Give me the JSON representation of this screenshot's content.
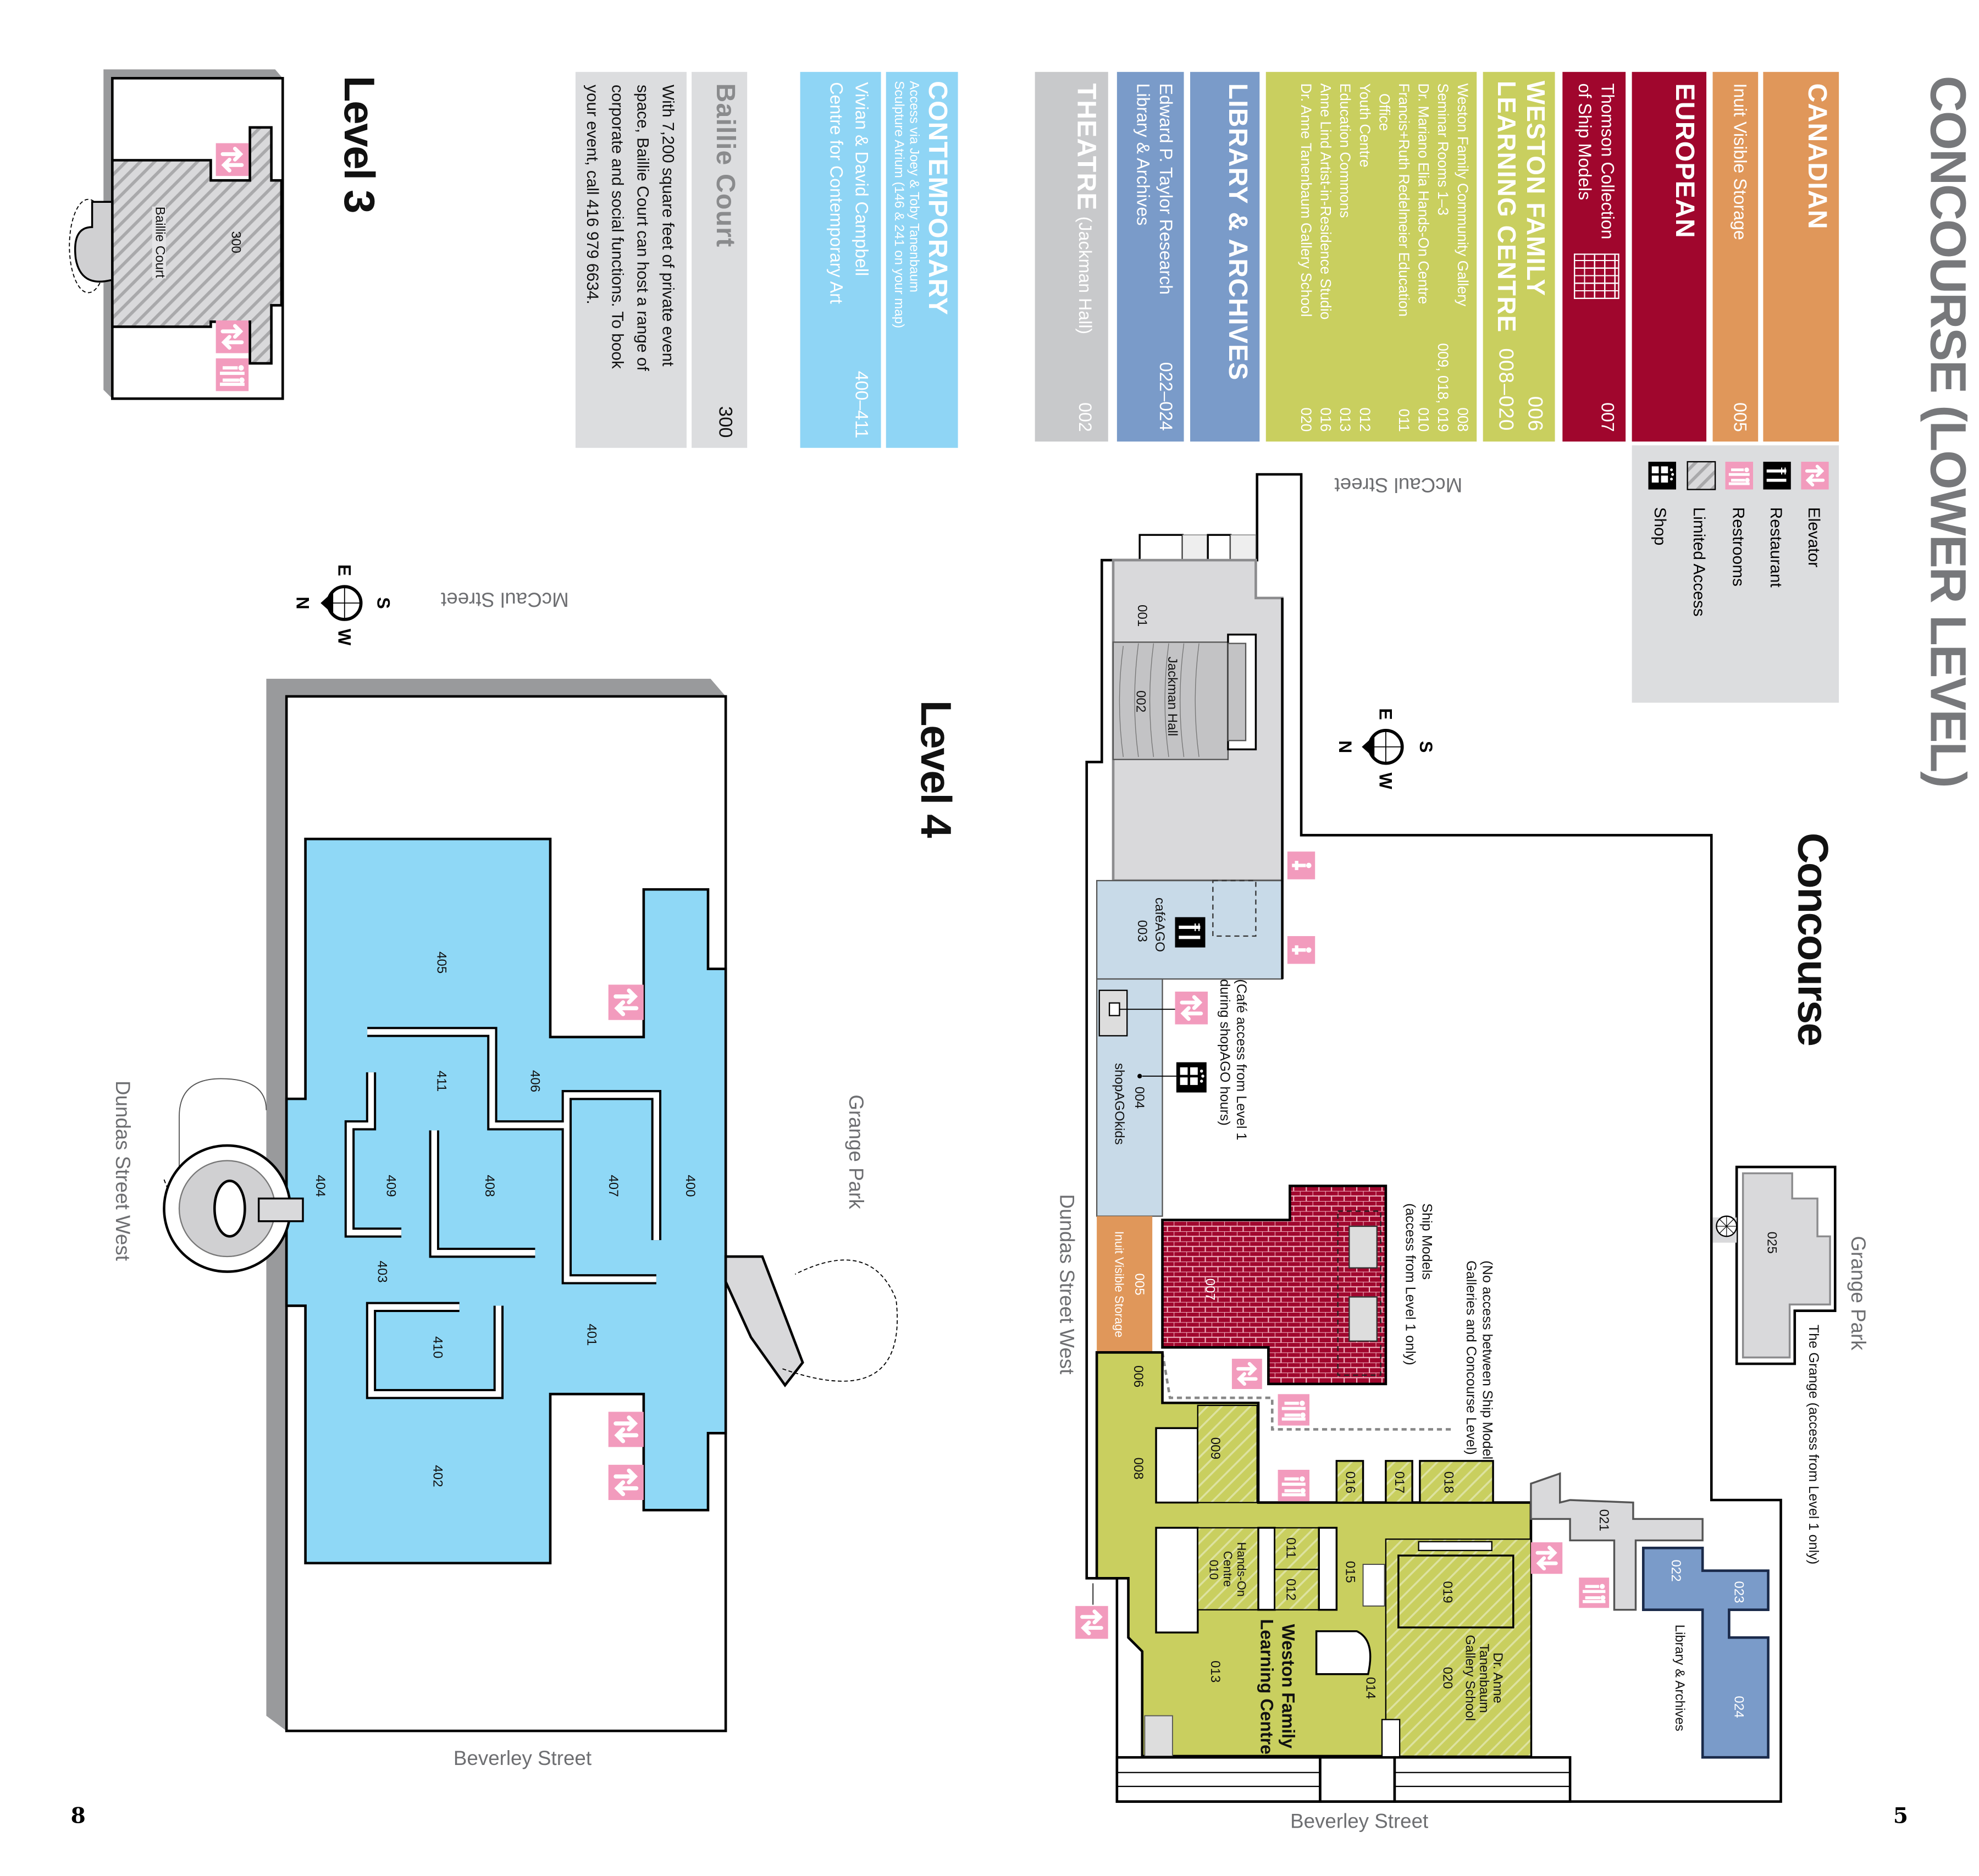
{
  "page_title": "CONCOURSE (LOWER LEVEL)",
  "directory": {
    "canadian": {
      "heading": "CANADIAN",
      "item": {
        "name": "Inuit Visible Storage",
        "room": "005"
      }
    },
    "european": {
      "heading": "EUROPEAN",
      "item": {
        "name_lines": [
          "Thomson Collection",
          "of Ship Models"
        ],
        "room": "007"
      }
    },
    "weston": {
      "heading_lines": [
        "WESTON FAMILY",
        "LEARNING CENTRE"
      ],
      "room_lines": [
        "006",
        "008–020"
      ],
      "items": [
        {
          "name": "Weston Family Community Gallery",
          "room": "008"
        },
        {
          "name": "Seminar Rooms 1–3",
          "room": "009, 018, 019"
        },
        {
          "name": "Dr. Mariano Elia Hands-On Centre",
          "room": "010"
        },
        {
          "name": "Francis+Ruth Redelmeier Education",
          "room": "011"
        },
        {
          "name": "Office",
          "room": ""
        },
        {
          "name": "Youth Centre",
          "room": "012"
        },
        {
          "name": "Education Commons",
          "room": "013"
        },
        {
          "name": "Anne Lind Artist-in-Residence Studio",
          "room": "016"
        },
        {
          "name": "Dr. Anne Tanenbaum Gallery School",
          "room": "020"
        }
      ]
    },
    "library": {
      "heading": "LIBRARY & ARCHIVES",
      "item": {
        "name_lines": [
          "Edward P. Taylor Research",
          "Library & Archives"
        ],
        "room": "022–024"
      }
    },
    "theatre": {
      "heading": "THEATRE",
      "subheading": "(Jackman Hall)",
      "room": "002"
    },
    "contemporary": {
      "heading": "CONTEMPORARY",
      "note_lines": [
        "Access via Joey & Toby Tanenbaum",
        "Sculpture Atrium (146 & 241 on your map)"
      ],
      "item": {
        "name_lines": [
          "Vivian & David Campbell",
          "Centre for Contemporary Art"
        ],
        "room": "400–411"
      }
    },
    "baillie": {
      "heading": "Baillie Court",
      "room": "300",
      "body_lines": [
        "With 7,200 square feet of private event",
        "space, Baillie Court can host a range of",
        "corporate and social functions. To book",
        "your event, call 416 979 6634."
      ]
    }
  },
  "legend": [
    {
      "icon": "elevator-icon",
      "label": "Elevator"
    },
    {
      "icon": "restaurant-icon",
      "label": "Restaurant"
    },
    {
      "icon": "restrooms-icon",
      "label": "Restrooms"
    },
    {
      "icon": "limited-access-icon",
      "label": "Limited Access"
    },
    {
      "icon": "shop-icon",
      "label": "Shop"
    }
  ],
  "concourse": {
    "title": "Concourse",
    "streets": {
      "north": "McCaul Street",
      "south": "Beverley Street",
      "west": "Dundas Street West",
      "east": "Grange Park"
    },
    "compass": {
      "n": "N",
      "s": "S",
      "e": "E",
      "w": "W"
    },
    "notes": {
      "cafe_access": [
        "(Café access from Level 1",
        "during shopAGO hours)"
      ],
      "ship_models": [
        "Ship Models",
        "(access from Level 1 only)"
      ],
      "no_access": [
        "(No access between Ship Model",
        "Galleries and Concourse Level)"
      ],
      "grange": "The Grange (access from Level 1 only)"
    },
    "rooms": {
      "r001": "001",
      "r002": "002",
      "jackman": "Jackman Hall",
      "r003": "003",
      "cafe": "caféAGO",
      "r004": "004",
      "shopkids": "shopAGOkids",
      "r005": "005",
      "inuit": "Inuit Visible Storage",
      "r006": "006",
      "r007": "007",
      "r008": "008",
      "r009": "009",
      "r010": "010",
      "handson": [
        "Hands-On",
        "Centre"
      ],
      "r011": "011",
      "r012": "012",
      "r013": "013",
      "r014": "014",
      "r015": "015",
      "r016": "016",
      "r017": "017",
      "r018": "018",
      "r019": "019",
      "r020": "020",
      "school": [
        "Dr. Anne",
        "Tanenbaum",
        "Gallery School"
      ],
      "weston": [
        "Weston Family",
        "Learning Centre"
      ],
      "r021": "021",
      "r022": "022",
      "r023": "023",
      "r024": "024",
      "library": "Library & Archives",
      "r025": "025"
    }
  },
  "level4": {
    "title": "Level 4",
    "streets": {
      "north": "McCaul Street",
      "south": "Beverley Street",
      "west": "Dundas Street West",
      "east": "Grange Park"
    },
    "compass": {
      "n": "N",
      "s": "S",
      "e": "E",
      "w": "W"
    },
    "rooms": [
      "400",
      "401",
      "402",
      "403",
      "404",
      "405",
      "406",
      "407",
      "408",
      "409",
      "410",
      "411"
    ]
  },
  "level3": {
    "title": "Level 3",
    "room": "300",
    "room_name": "Baillie Court"
  },
  "page_numbers": {
    "left": "8",
    "right": "5"
  },
  "colors": {
    "canadian": "#e0975a",
    "european": "#a0062d",
    "weston": "#c9cf5f",
    "library": "#7a9bc9",
    "theatre": "#c8c9cb",
    "contemporary": "#8fd5f5",
    "baillie": "#dcdddf",
    "amenity_pink": "#f29bbd"
  }
}
